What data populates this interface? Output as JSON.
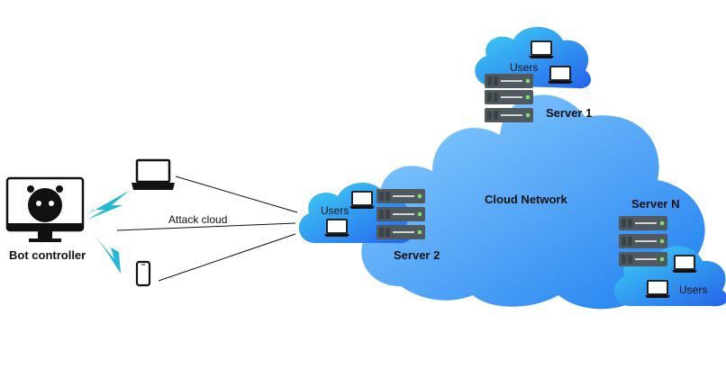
{
  "diagram": {
    "bot_controller_label": "Bot controller",
    "attack_label": "Attack cloud",
    "cloud_network_label": "Cloud Network",
    "server1_label": "Server 1",
    "server2_label": "Server 2",
    "serverN_label": "Server N",
    "users_label": "Users"
  },
  "colors": {
    "cloud_light": "#8fd0ff",
    "cloud_dark": "#1e7ff0",
    "small_cloud_light": "#3fd2f5",
    "small_cloud_dark": "#2563eb",
    "lightning": "#22b8d6",
    "server_body": "#505a5e",
    "server_led": "#7be36b",
    "bot_face": "#111111"
  },
  "icons": [
    "bot-monitor-icon",
    "laptop-icon",
    "smartphone-icon",
    "lightning-icon",
    "server-rack-icon",
    "cloud-icon"
  ]
}
